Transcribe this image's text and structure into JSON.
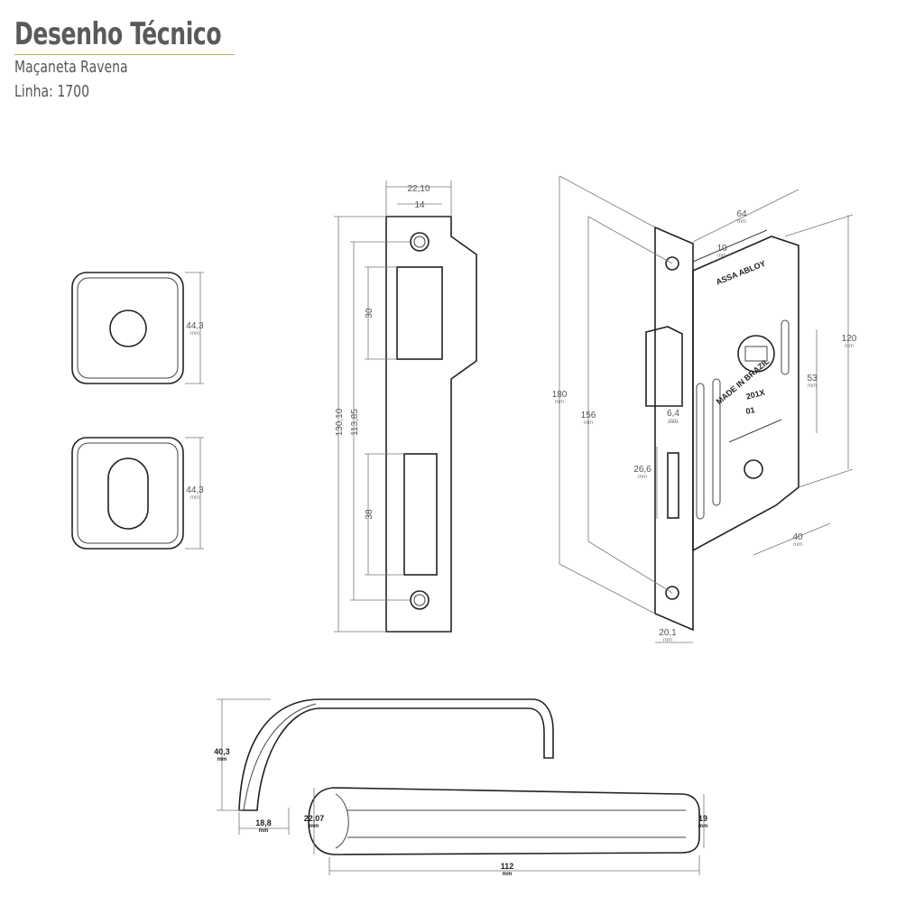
{
  "header": {
    "title": "Desenho Técnico",
    "product": "Maçaneta Ravena",
    "line": "Linha: 1700"
  },
  "unit": "mm",
  "rosettes": {
    "round_height": "44,3",
    "oval_height": "44,3"
  },
  "strike_plate": {
    "width_total": "22,10",
    "width_inner": "14",
    "height_total": "130,10",
    "hole_spacing": "113,85",
    "upper_window": "30",
    "lower_window": "38"
  },
  "lock_body": {
    "depth": "64",
    "faceplate_offset": "10",
    "body_height": "120",
    "faceplate_height": "180",
    "hole_spacing": "156",
    "hub_to_cylinder": "53",
    "bolt_width": "6,4",
    "bolt_height": "26,6",
    "backset": "40",
    "faceplate_width": "20,1",
    "stamps": {
      "brand": "ASSA ABLOY",
      "made_in": "MADE IN BRAZIL",
      "model": "201X",
      "code": "01"
    }
  },
  "handle": {
    "height": "40,3",
    "neck": "18,8",
    "grip_height": "22,07",
    "tip_height": "19",
    "length": "112"
  }
}
